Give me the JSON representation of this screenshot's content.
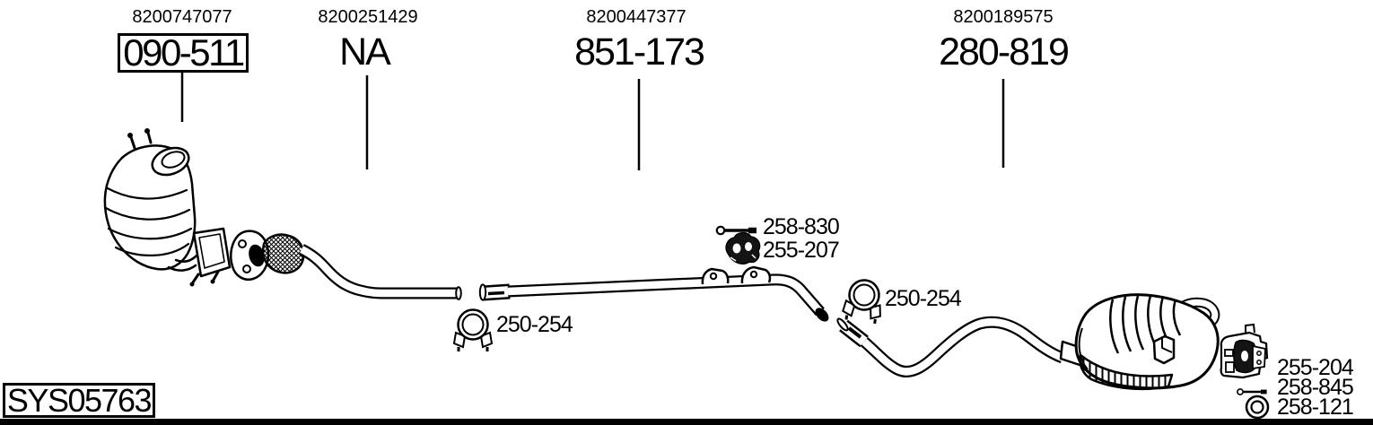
{
  "diagram": {
    "colors": {
      "line": "#000000",
      "background": "#ffffff"
    },
    "system_id": "SYS05763",
    "top_callouts": [
      {
        "oe_number": "8200747077",
        "part_code": "090-511",
        "boxed": true,
        "component": "catalytic-converter"
      },
      {
        "oe_number": "8200251429",
        "part_code": "NA",
        "boxed": false,
        "component": "front-pipe"
      },
      {
        "oe_number": "8200447377",
        "part_code": "851-173",
        "boxed": false,
        "component": "center-pipe"
      },
      {
        "oe_number": "8200189575",
        "part_code": "280-819",
        "boxed": false,
        "component": "rear-silencer"
      }
    ],
    "component_callouts": [
      {
        "part_code": "258-830",
        "icon": "bolt-icon"
      },
      {
        "part_code": "255-207",
        "icon": "rubber-hanger-icon"
      },
      {
        "part_code": "250-254",
        "icon": "pipe-clamp-icon"
      },
      {
        "part_code": "250-254",
        "icon": "pipe-clamp-icon"
      },
      {
        "part_code": "255-204",
        "icon": "mount-bracket-icon"
      },
      {
        "part_code": "258-845",
        "icon": "bolt-icon"
      },
      {
        "part_code": "258-121",
        "icon": "gasket-ring-icon"
      }
    ]
  }
}
